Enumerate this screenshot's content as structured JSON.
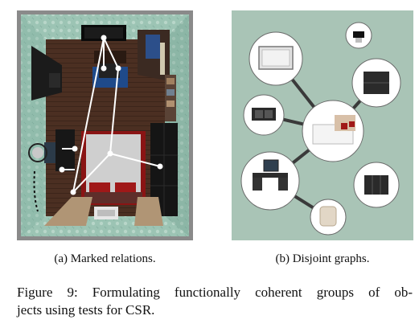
{
  "subfigures": [
    {
      "id": "a",
      "caption": "(a) Marked relations."
    },
    {
      "id": "b",
      "caption": "(b) Disjoint graphs."
    }
  ],
  "figure_caption": {
    "line1": "Figure 9: Formulating functionally coherent groups of ob-",
    "line2": "jects using tests for CSR."
  },
  "colors": {
    "room_wallpaper": "#9cc4b4",
    "room_floor": "#4b2f22",
    "graph_background": "#a9c4b6",
    "relation_lines": "#ffffff",
    "graph_edges": "#3a3a3a"
  },
  "graph_nodes": [
    "tv-screen",
    "ceiling-lamp",
    "nightstand",
    "tv-stand",
    "bed",
    "dresser-with-mirror",
    "wardrobe",
    "stool"
  ]
}
